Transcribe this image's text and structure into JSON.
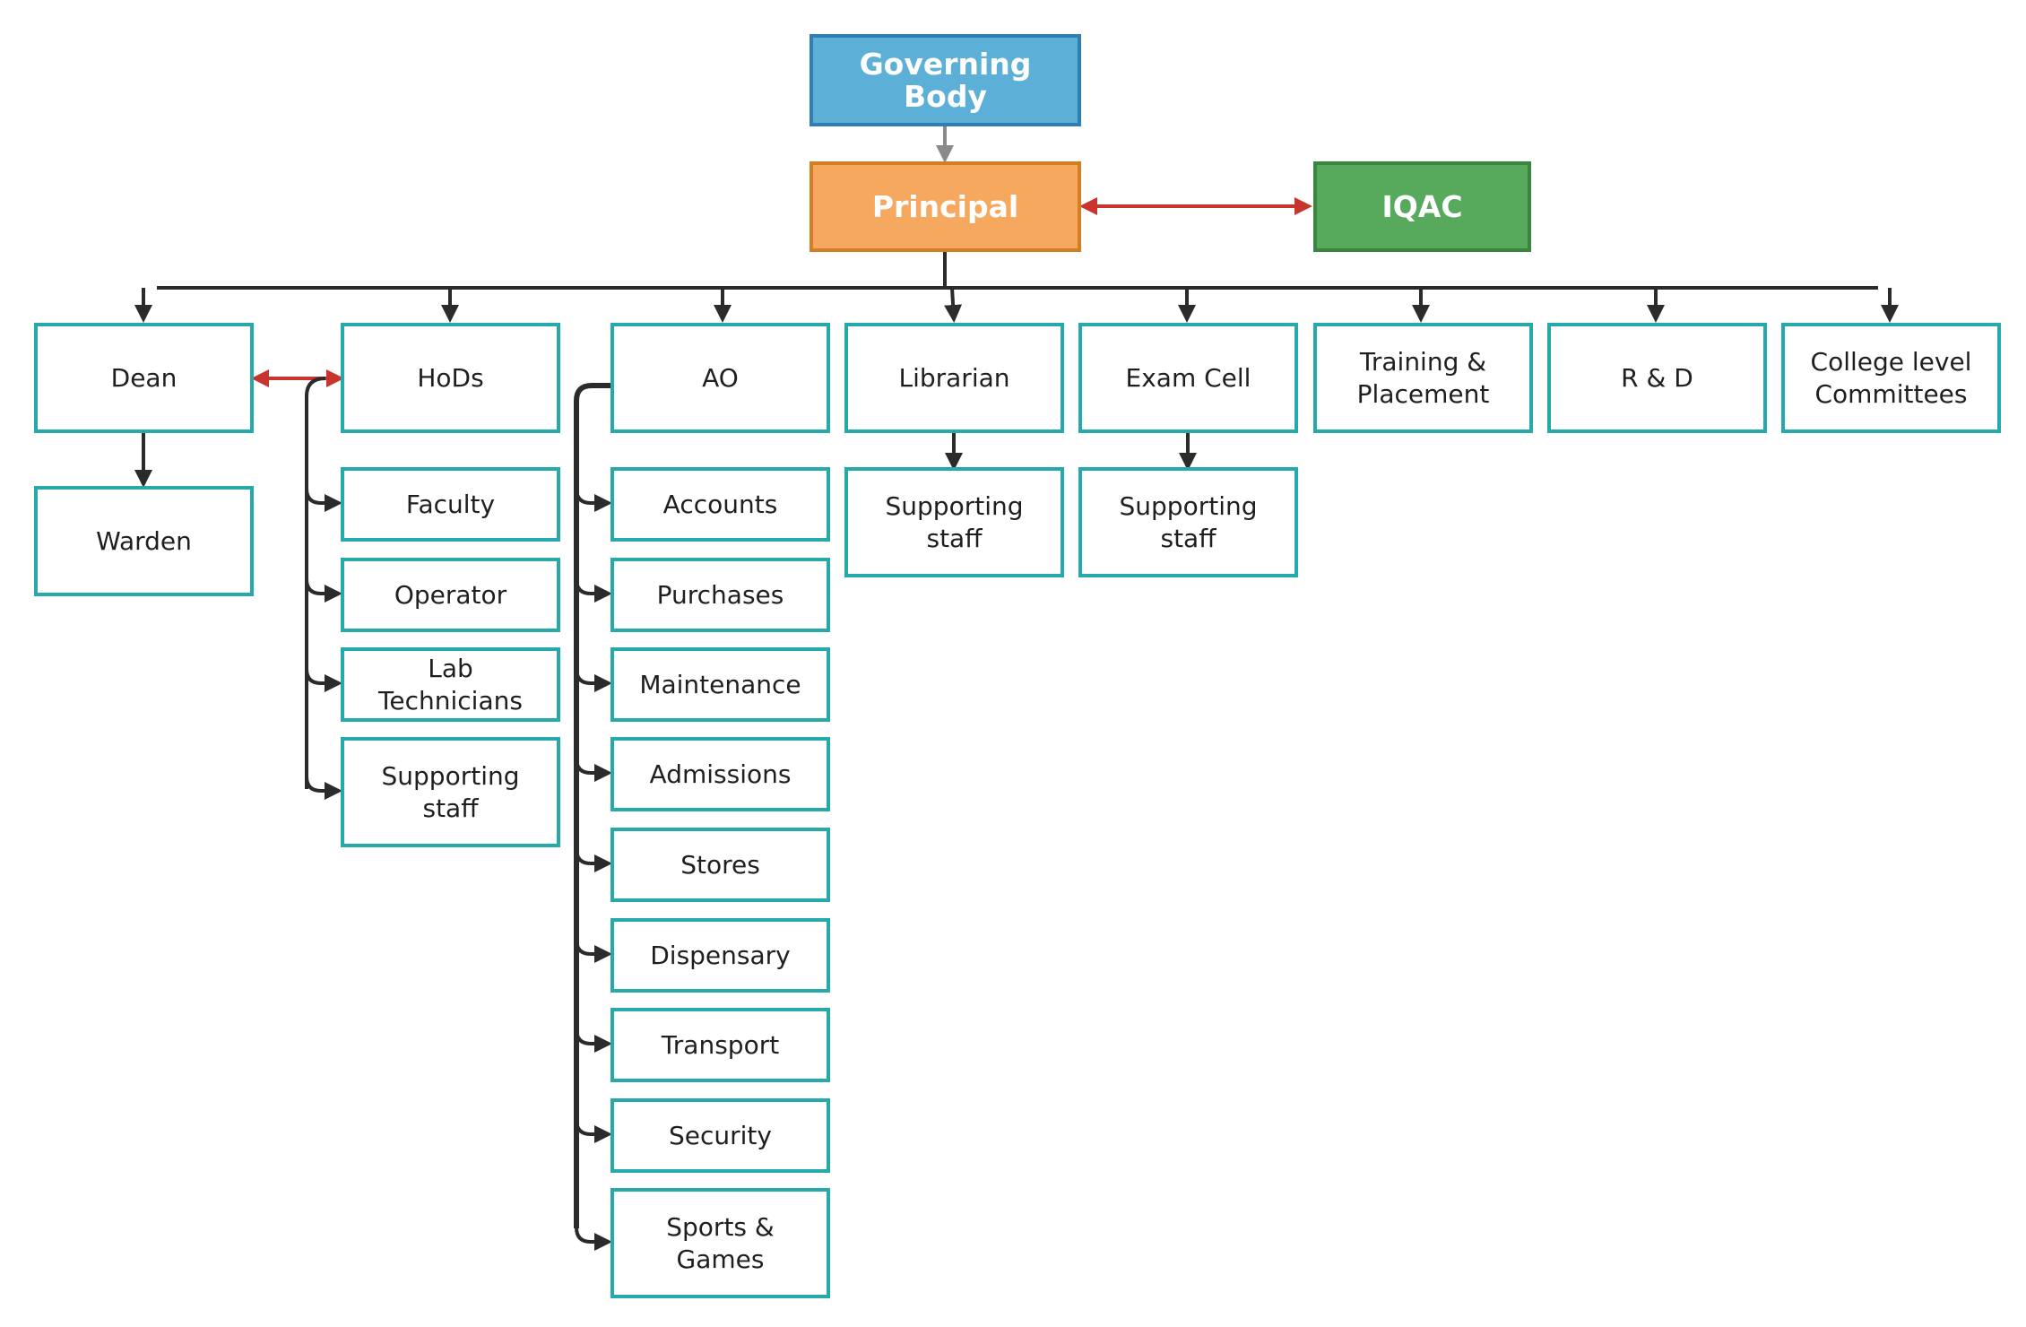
{
  "colors": {
    "connector": "#2b2b2b",
    "bidirectional": "#c9342f",
    "top_arrow": "#8a8a8a",
    "box_border": "#26a9ab",
    "governing_fill": "#5cb0d8",
    "principal_fill": "#f6a85e",
    "iqac_fill": "#57a95c"
  },
  "top": {
    "governing_body": "Governing Body",
    "principal": "Principal",
    "iqac": "IQAC"
  },
  "departments": {
    "dean": "Dean",
    "hods": "HoDs",
    "ao": "AO",
    "librarian": "Librarian",
    "exam_cell": "Exam Cell",
    "training_placement": "Training &\nPlacement",
    "rnd": "R & D",
    "college_committees": "College level\nCommittees"
  },
  "dean_children": {
    "warden": "Warden"
  },
  "hods_children": [
    "Faculty",
    "Operator",
    "Lab Technicians",
    "Supporting\nstaff"
  ],
  "ao_children": [
    "Accounts",
    "Purchases",
    "Maintenance",
    "Admissions",
    "Stores",
    "Dispensary",
    "Transport",
    "Security",
    "Sports &\nGames"
  ],
  "librarian_children": {
    "supporting_staff": "Supporting\nstaff"
  },
  "exam_cell_children": {
    "supporting_staff": "Supporting\nstaff"
  }
}
